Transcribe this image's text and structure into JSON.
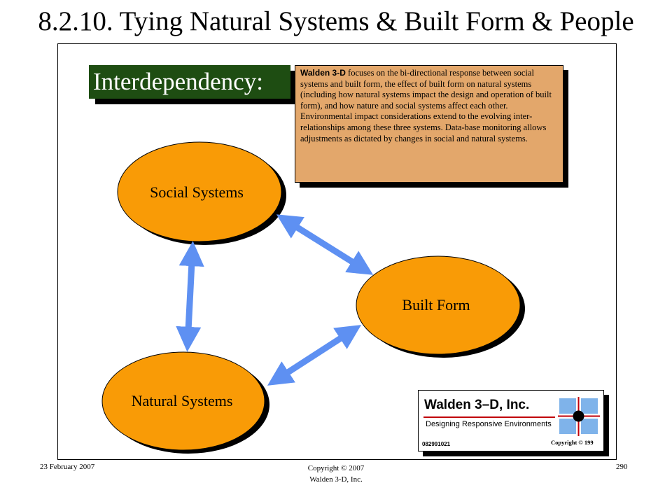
{
  "slide": {
    "title": "8.2.10. Tying Natural Systems & Built Form & People"
  },
  "badge": {
    "text": "Interdependency:"
  },
  "description": {
    "brand": "Walden 3-D",
    "text": " focuses on the bi-directional response between social systems and built form, the effect of built form on natural systems (including how natural systems impact the design and operation of built form), and how nature and social systems affect each other.  Environmental impact considerations extend to the evolving inter-relationships among these three systems.  Data-base monitoring allows adjustments as dictated by changes in social and natural systems."
  },
  "diagram": {
    "nodes": {
      "social": "Social Systems",
      "built": "Built Form",
      "natural": "Natural Systems"
    },
    "colors": {
      "node_fill": "#f99b06",
      "arrow": "#5e90f2",
      "shadow": "#000000"
    }
  },
  "logo": {
    "name": "Walden 3–D, Inc.",
    "tagline": "Designing Responsive Environments",
    "code": "082991021",
    "copyright": "Copyright © 199"
  },
  "footer": {
    "date": "23 February 2007",
    "copyright_line1": "Copyright © 2007",
    "copyright_line2": "Walden 3-D, Inc.",
    "page": "290"
  }
}
